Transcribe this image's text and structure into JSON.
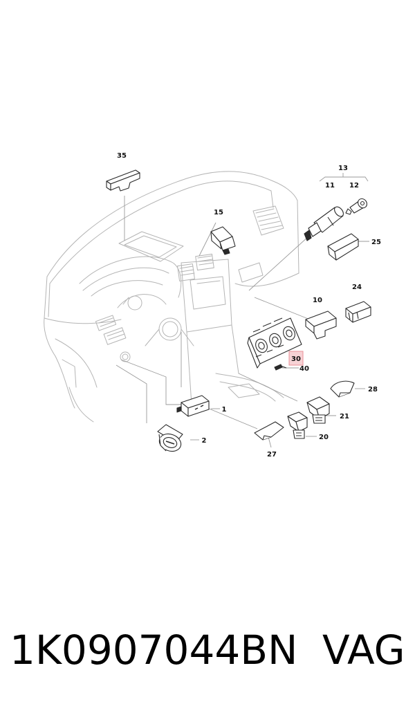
{
  "diagram": {
    "callouts": [
      {
        "id": "35",
        "label": "35"
      },
      {
        "id": "13",
        "label": "13"
      },
      {
        "id": "11",
        "label": "11"
      },
      {
        "id": "12",
        "label": "12"
      },
      {
        "id": "15",
        "label": "15"
      },
      {
        "id": "25",
        "label": "25"
      },
      {
        "id": "10",
        "label": "10"
      },
      {
        "id": "24",
        "label": "24"
      },
      {
        "id": "30",
        "label": "30",
        "highlighted": true
      },
      {
        "id": "40",
        "label": "40"
      },
      {
        "id": "28",
        "label": "28"
      },
      {
        "id": "1",
        "label": "1"
      },
      {
        "id": "21",
        "label": "21"
      },
      {
        "id": "2",
        "label": "2"
      },
      {
        "id": "20",
        "label": "20"
      },
      {
        "id": "27",
        "label": "27"
      }
    ],
    "highlight_color": "#f2b8bd",
    "line_color": "#b4b4b4",
    "part_stroke_color": "#2a2a2a"
  },
  "caption": {
    "part_number": "1K0907044BN",
    "brand": "VAG"
  }
}
